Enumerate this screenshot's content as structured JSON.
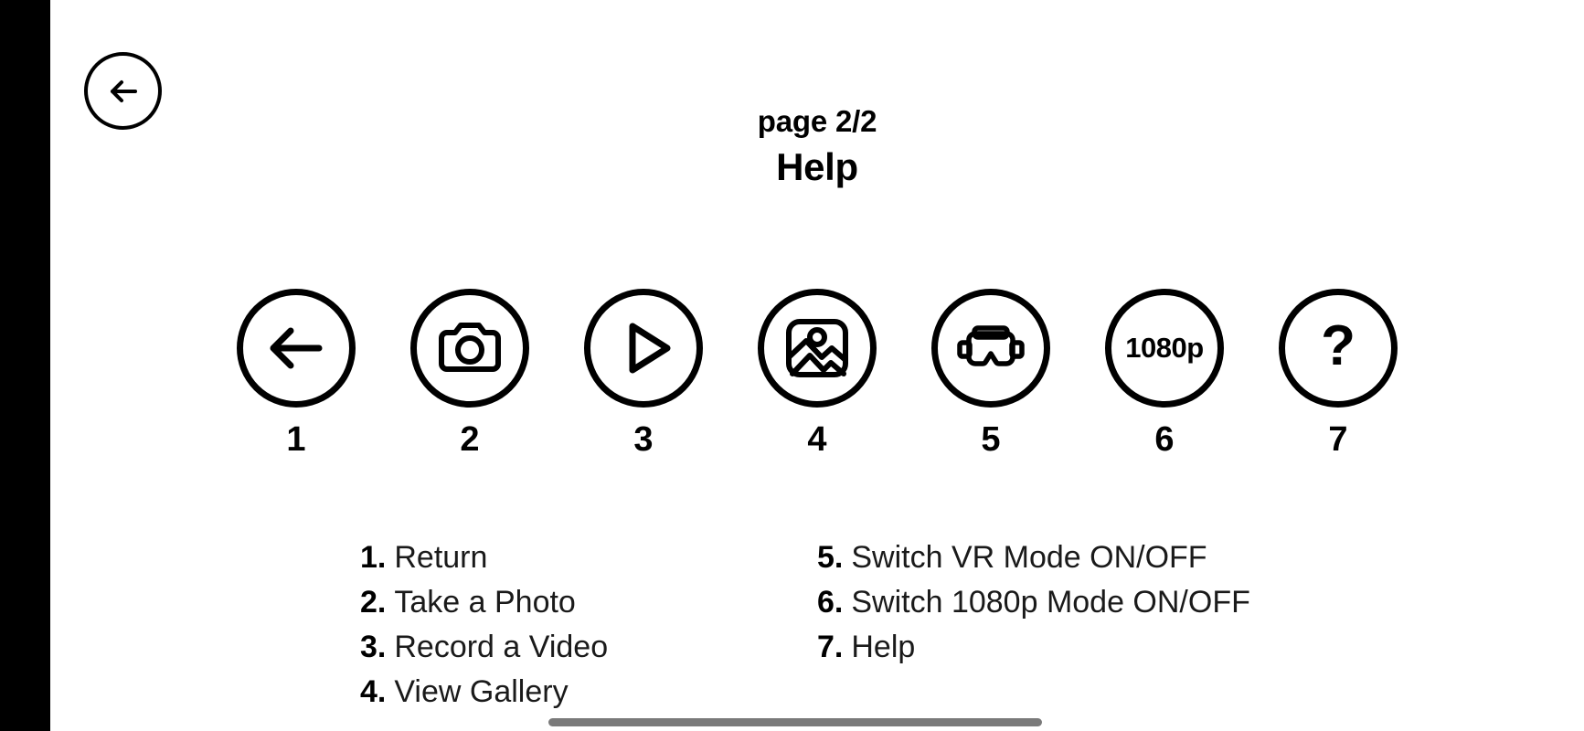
{
  "screen": {
    "background_color": "#ffffff",
    "letterbox_color": "#000000",
    "accent_color": "#000000"
  },
  "back_button": {
    "icon": "arrow-left-icon",
    "label": "Return"
  },
  "header": {
    "page_indicator": "page 2/2",
    "title": "Help"
  },
  "icons": [
    {
      "number": "1",
      "icon": "arrow-left-icon",
      "name": "Return"
    },
    {
      "number": "2",
      "icon": "camera-icon",
      "name": "Take a Photo"
    },
    {
      "number": "3",
      "icon": "play-icon",
      "name": "Record a Video"
    },
    {
      "number": "4",
      "icon": "image-gallery-icon",
      "name": "View Gallery"
    },
    {
      "number": "5",
      "icon": "vr-goggles-icon",
      "name": "Switch VR Mode ON/OFF"
    },
    {
      "number": "6",
      "icon": "resolution-1080p-icon",
      "name": "Switch 1080p Mode ON/OFF",
      "text": "1080p"
    },
    {
      "number": "7",
      "icon": "question-mark-icon",
      "name": "Help",
      "text": "?"
    }
  ],
  "legend": {
    "left_column": [
      {
        "number": "1.",
        "text": "Return"
      },
      {
        "number": "2.",
        "text": "Take a Photo"
      },
      {
        "number": "3.",
        "text": "Record a Video"
      },
      {
        "number": "4.",
        "text": "View Gallery"
      }
    ],
    "right_column": [
      {
        "number": "5.",
        "text": "Switch VR Mode ON/OFF"
      },
      {
        "number": "6.",
        "text": "Switch 1080p Mode ON/OFF"
      },
      {
        "number": "7.",
        "text": "Help"
      }
    ]
  },
  "home_indicator": {
    "color": "#7a7a7a"
  }
}
